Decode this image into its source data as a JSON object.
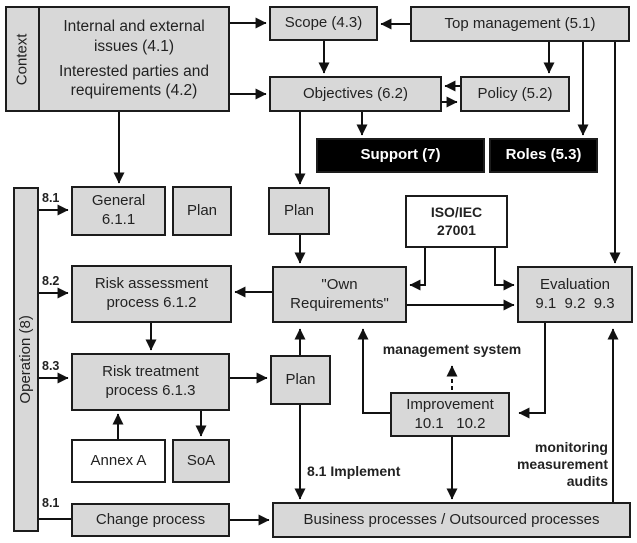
{
  "boxes": {
    "context": "Context",
    "issues_41": "Internal and external issues (4.1)",
    "issues_42": "Interested parties and requirements (4.2)",
    "scope": "Scope (4.3)",
    "top_management": "Top management (5.1)",
    "objectives": "Objectives (6.2)",
    "policy": "Policy (5.2)",
    "support": "Support (7)",
    "roles": "Roles (5.3)",
    "plan_upper": "Plan",
    "plan_middle": "Plan",
    "plan_lower": "Plan",
    "iso_line1": "ISO/IEC",
    "iso_line2": "27001",
    "general_line1": "General",
    "general_line2": "6.1.1",
    "operation": "Operation (8)",
    "risk_assessment_line1": "Risk assessment",
    "risk_assessment_line2": "process 6.1.2",
    "own_requirements_line1": "\"Own",
    "own_requirements_line2": "Requirements\"",
    "evaluation_line1": "Evaluation",
    "evaluation_line2": "9.1  9.2  9.3",
    "risk_treatment_line1": "Risk treatment",
    "risk_treatment_line2": "process 6.1.3",
    "improvement_line1": "Improvement",
    "improvement_line2": "10.1   10.2",
    "annex_a": "Annex A",
    "soa": "SoA",
    "change_process": "Change process",
    "business_processes": "Business processes / Outsourced processes"
  },
  "annotations": {
    "clause_81_general": "8.1",
    "clause_82": "8.2",
    "clause_83": "8.3",
    "clause_81_change": "8.1",
    "implement": "8.1 Implement",
    "management_system": "management system",
    "monitoring": "monitoring\nmeasurement\naudits"
  },
  "colors": {
    "box_fill": "#d8d8d8",
    "box_border": "#1c1c1c",
    "emphasis_fill": "#000000",
    "emphasis_text": "#ffffff",
    "line": "#111111",
    "text": "#222222"
  }
}
